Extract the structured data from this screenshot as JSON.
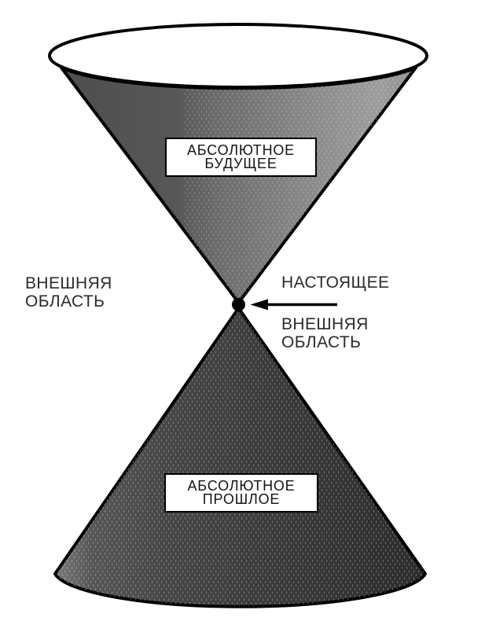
{
  "diagram": {
    "kind": "light-cone spacetime diagram",
    "labels": {
      "absolute_future": {
        "line1": "АБСОЛЮТНОЕ",
        "line2": "БУДУЩЕЕ"
      },
      "absolute_past": {
        "line1": "АБСОЛЮТНОЕ",
        "line2": "ПРОШЛОЕ"
      },
      "present": "НАСТОЯЩЕЕ",
      "outer_region_left": {
        "line1": "ВНЕШНЯЯ",
        "line2": "ОБЛАСТЬ"
      },
      "outer_region_right": {
        "line1": "ВНЕШНЯЯ",
        "line2": "ОБЛАСТЬ"
      }
    },
    "colors": {
      "background": "#ffffff",
      "outline": "#000000",
      "future_cone_dark": "#4e4e4e",
      "future_cone_light": "#9d9d9d",
      "past_cone_light": "#757575",
      "past_cone_dark": "#2c2c2c",
      "ellipse_fill": "#ffffff",
      "box_background": "#ffffff",
      "label_text": "#2b2b2b",
      "present_dot": "#000000"
    }
  }
}
